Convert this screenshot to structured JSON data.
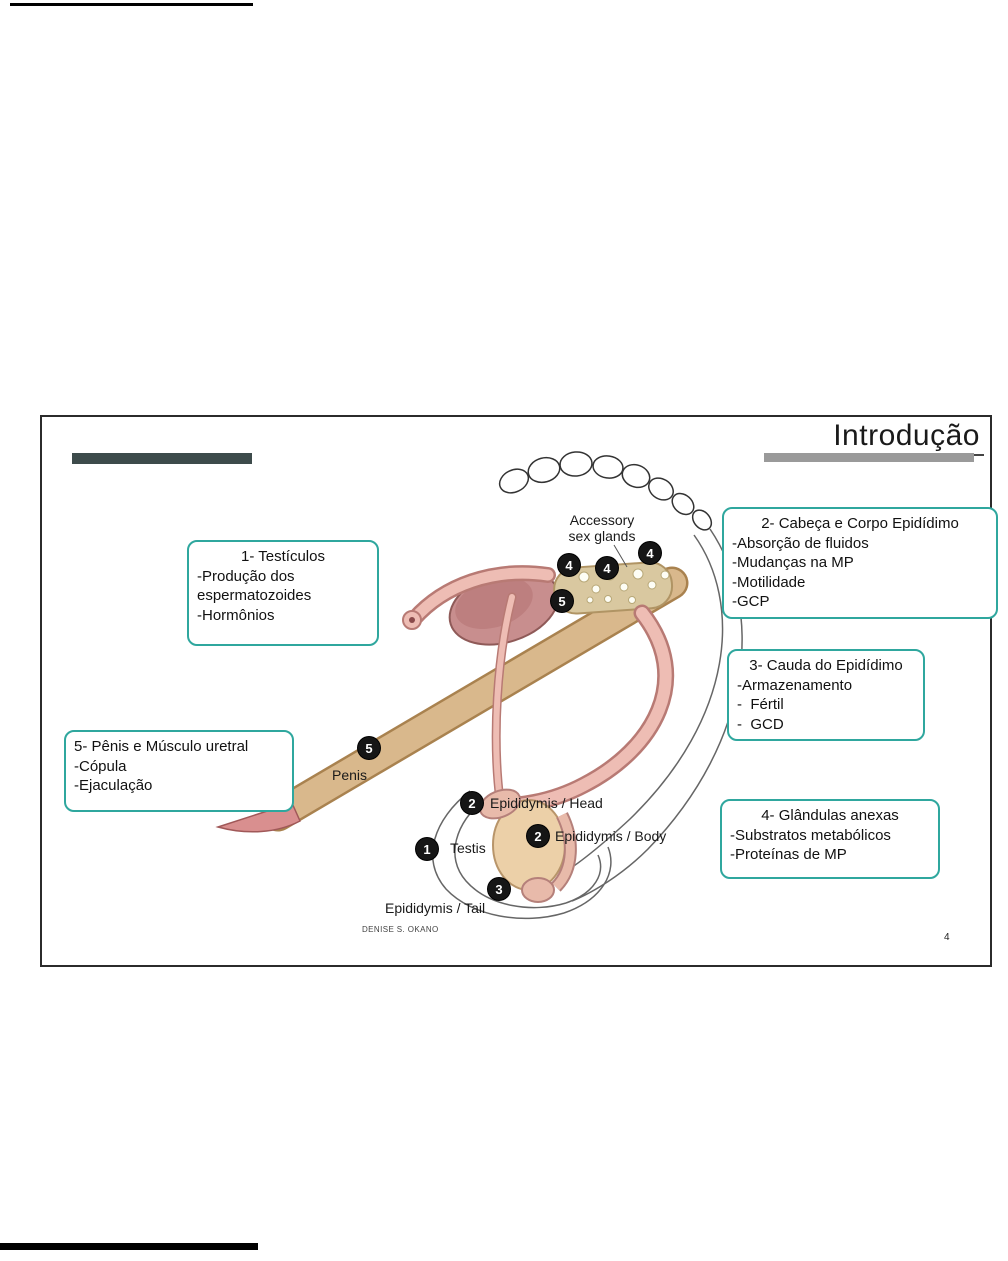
{
  "slide": {
    "title": "Introdução",
    "page_number": "4",
    "credit": "DENISE S. OKANO",
    "callouts": [
      {
        "id": "1",
        "title": "1- Testículos",
        "lines": [
          "-Produção dos espermatozoides",
          "-Hormônios"
        ]
      },
      {
        "id": "2",
        "title": "2- Cabeça e Corpo Epidídimo",
        "lines": [
          "-Absorção de fluidos",
          "-Mudanças na MP",
          "-Motilidade",
          "-GCP"
        ]
      },
      {
        "id": "3",
        "title": "3- Cauda do Epidídimo",
        "lines": [
          "-Armazenamento",
          "-  Fértil",
          "-  GCD"
        ]
      },
      {
        "id": "4",
        "title": "4- Glândulas anexas",
        "lines": [
          "-Substratos metabólicos",
          "-Proteínas de MP"
        ]
      },
      {
        "id": "5",
        "title": "5- Pênis e Músculo uretral",
        "lines": [
          "-Cópula",
          "-Ejaculação"
        ]
      }
    ],
    "diagram": {
      "labels": {
        "accessory_line1": "Accessory",
        "accessory_line2": "sex glands",
        "penis": "Penis",
        "testis": "Testis",
        "epididymis_head": "Epididymis / Head",
        "epididymis_body": "Epididymis / Body",
        "epididymis_tail": "Epididymis / Tail"
      },
      "badges": [
        {
          "n": "4"
        },
        {
          "n": "4"
        },
        {
          "n": "4"
        },
        {
          "n": "5"
        },
        {
          "n": "5"
        },
        {
          "n": "2"
        },
        {
          "n": "2"
        },
        {
          "n": "1"
        },
        {
          "n": "3"
        }
      ]
    },
    "colors": {
      "callout_border": "#2fa79e",
      "accent_bar_dark": "#3d4b4b",
      "accent_bar_gray": "#9a9a9a",
      "badge_bg": "#161616"
    }
  }
}
